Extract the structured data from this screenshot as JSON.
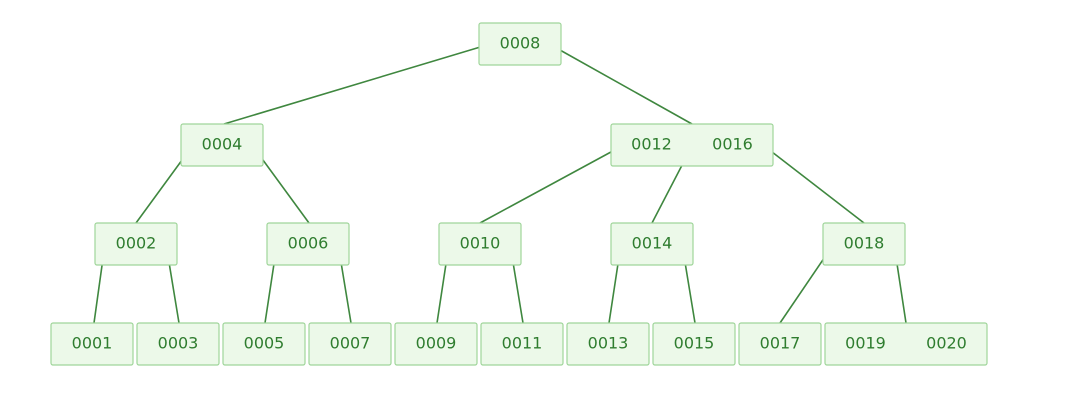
{
  "tree": {
    "nodes": [
      {
        "id": "n8",
        "keys": [
          "0008"
        ]
      },
      {
        "id": "n4",
        "keys": [
          "0004"
        ]
      },
      {
        "id": "n12",
        "keys": [
          "0012",
          "0016"
        ]
      },
      {
        "id": "n2",
        "keys": [
          "0002"
        ]
      },
      {
        "id": "n6",
        "keys": [
          "0006"
        ]
      },
      {
        "id": "n10",
        "keys": [
          "0010"
        ]
      },
      {
        "id": "n14",
        "keys": [
          "0014"
        ]
      },
      {
        "id": "n18",
        "keys": [
          "0018"
        ]
      },
      {
        "id": "l1",
        "keys": [
          "0001"
        ]
      },
      {
        "id": "l3",
        "keys": [
          "0003"
        ]
      },
      {
        "id": "l5",
        "keys": [
          "0005"
        ]
      },
      {
        "id": "l7",
        "keys": [
          "0007"
        ]
      },
      {
        "id": "l9",
        "keys": [
          "0009"
        ]
      },
      {
        "id": "l11",
        "keys": [
          "0011"
        ]
      },
      {
        "id": "l13",
        "keys": [
          "0013"
        ]
      },
      {
        "id": "l15",
        "keys": [
          "0015"
        ]
      },
      {
        "id": "l17",
        "keys": [
          "0017"
        ]
      },
      {
        "id": "l19",
        "keys": [
          "0019",
          "0020"
        ]
      }
    ],
    "edges": [
      [
        "n8",
        "n4"
      ],
      [
        "n8",
        "n12"
      ],
      [
        "n4",
        "n2"
      ],
      [
        "n4",
        "n6"
      ],
      [
        "n12",
        "n10"
      ],
      [
        "n12",
        "n14"
      ],
      [
        "n12",
        "n18"
      ],
      [
        "n2",
        "l1"
      ],
      [
        "n2",
        "l3"
      ],
      [
        "n6",
        "l5"
      ],
      [
        "n6",
        "l7"
      ],
      [
        "n10",
        "l9"
      ],
      [
        "n10",
        "l11"
      ],
      [
        "n14",
        "l13"
      ],
      [
        "n14",
        "l15"
      ],
      [
        "n18",
        "l17"
      ],
      [
        "n18",
        "l19"
      ]
    ]
  },
  "colors": {
    "node_fill": "#ecf9e9",
    "node_border": "#9fd59a",
    "text": "#2f7d2f",
    "edge": "#3f873f"
  }
}
